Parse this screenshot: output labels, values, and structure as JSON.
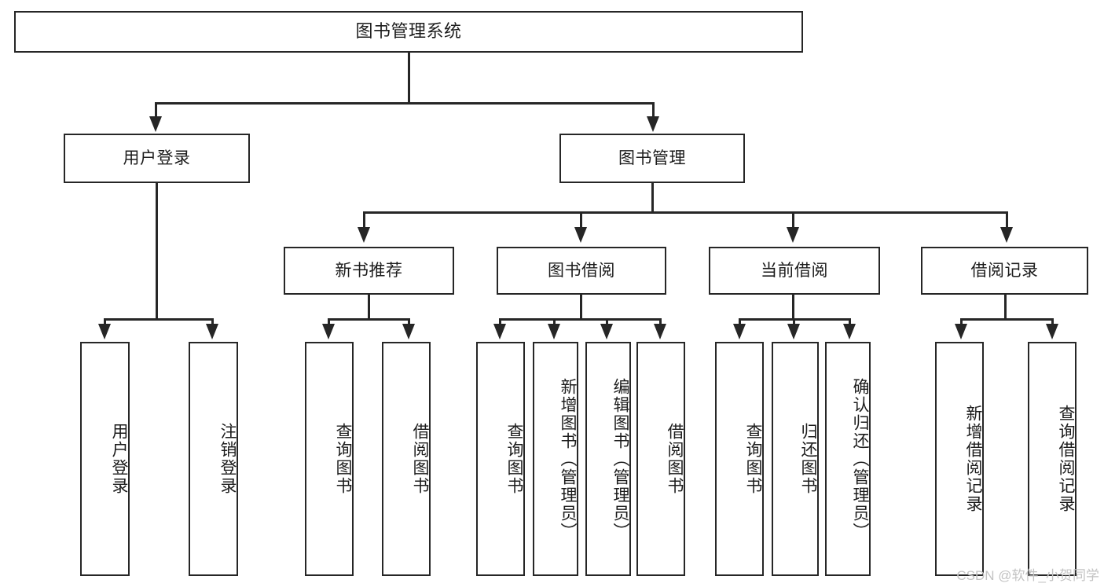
{
  "diagram": {
    "title": "图书管理系统",
    "type": "tree-hierarchy",
    "watermark": "CSDN @软件_小贺同学",
    "colors": {
      "stroke": "#262626",
      "fill": "#ffffff",
      "text": "#1c1c1c",
      "watermark": "#c3c3c3"
    },
    "levels": {
      "level1": [
        "图书管理系统"
      ],
      "level2": [
        "用户登录",
        "图书管理"
      ],
      "level3": [
        "新书推荐",
        "图书借阅",
        "当前借阅",
        "借阅记录"
      ],
      "level4": [
        "用户登录",
        "注销登录",
        "查询图书",
        "借阅图书",
        "查询图书",
        "新增图书（管理员）",
        "编辑图书（管理员）",
        "借阅图书",
        "查询图书",
        "归还图书",
        "确认归还（管理员）",
        "新增借阅记录",
        "查询借阅记录"
      ]
    }
  },
  "nodes": {
    "root": {
      "label": "图书管理系统"
    },
    "user_login": {
      "label": "用户登录"
    },
    "book_mgmt": {
      "label": "图书管理"
    },
    "new_book_rec": {
      "label": "新书推荐"
    },
    "book_borrow": {
      "label": "图书借阅"
    },
    "current_borrow": {
      "label": "当前借阅"
    },
    "borrow_record": {
      "label": "借阅记录"
    },
    "leaf_user_login": {
      "label": "用户登录"
    },
    "leaf_logout": {
      "label": "注销登录"
    },
    "leaf_query_book_1": {
      "label": "查询图书"
    },
    "leaf_borrow_book_1": {
      "label": "借阅图书"
    },
    "leaf_query_book_2": {
      "label": "查询图书"
    },
    "leaf_add_book": {
      "label": "新增图书（管理员）"
    },
    "leaf_edit_book": {
      "label": "编辑图书（管理员）"
    },
    "leaf_borrow_book_2": {
      "label": "借阅图书"
    },
    "leaf_query_book_3": {
      "label": "查询图书"
    },
    "leaf_return_book": {
      "label": "归还图书"
    },
    "leaf_confirm_return": {
      "label": "确认归还（管理员）"
    },
    "leaf_add_record": {
      "label": "新增借阅记录"
    },
    "leaf_query_record": {
      "label": "查询借阅记录"
    }
  }
}
